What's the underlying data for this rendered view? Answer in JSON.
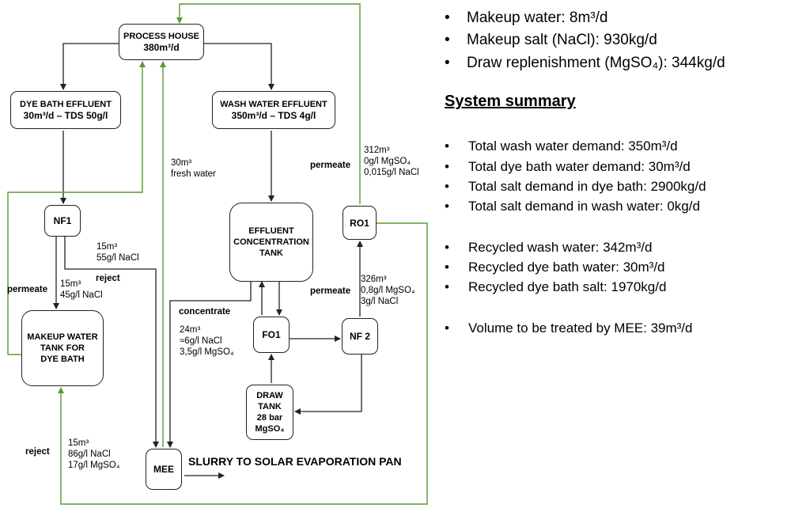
{
  "nodes": {
    "process_house": {
      "line1": "PROCESS  HOUSE",
      "line2": "380m³/d"
    },
    "dye_bath_effluent": {
      "line1": "DYE BATH  EFFLUENT",
      "line2": "30m³/d – TDS 50g/l"
    },
    "wash_water_effluent": {
      "line1": "WASH WATER  EFFLUENT",
      "line2": "350m³/d – TDS 4g/l"
    },
    "nf1": "NF1",
    "makeup_tank": {
      "line1": "MAKEUP  WATER",
      "line2": "TANK  FOR",
      "line3": "DYE BATH"
    },
    "effluent_tank": {
      "line1": "EFFLUENT",
      "line2": "CONCENTRATION",
      "line3": "TANK"
    },
    "ro1": "RO1",
    "fo1": "FO1",
    "nf2": "NF 2",
    "draw_tank": {
      "line1": "DRAW",
      "line2": "TANK",
      "line3": "28 bar",
      "line4": "MgSO₄"
    },
    "mee": "MEE"
  },
  "labels": {
    "fresh_water": {
      "line1": "30m³",
      "line2": "fresh water"
    },
    "ro1_permeate": {
      "title": "permeate",
      "line1": "312m³",
      "line2": "0g/l MgSO₄",
      "line3": "0,015g/l NaCl"
    },
    "nf1_reject": {
      "title": "reject",
      "line1": "15m³",
      "line2": "55g/l NaCl"
    },
    "nf1_permeate": {
      "title": "permeate",
      "line1": "15m³",
      "line2": "45g/l NaCl"
    },
    "nf2_permeate": {
      "title": "permeate",
      "line1": "326m³",
      "line2": "0,8g/l MgSO₄",
      "line3": "3g/l NaCl"
    },
    "concentrate": {
      "title": "concentrate",
      "line1": "24m³",
      "line2": "≈6g/l NaCl",
      "line3": "3,5g/l MgSO₄"
    },
    "mee_reject": {
      "title": "reject",
      "line1": "15m³",
      "line2": "86g/l NaCl",
      "line3": "17g/l MgSO₄"
    },
    "slurry": "SLURRY TO SOLAR EVAPORATION PAN"
  },
  "top_bullets": [
    "Makeup water: 8m³/d",
    "Makeup salt (NaCl): 930kg/d",
    "Draw replenishment (MgSO₄): 344kg/d"
  ],
  "summary_title": "System summary",
  "summary_group1": [
    "Total wash water demand: 350m³/d",
    "Total dye bath water demand: 30m³/d",
    "Total salt demand in dye bath: 2900kg/d",
    "Total salt demand in wash water: 0kg/d"
  ],
  "summary_group2": [
    "Recycled wash water: 342m³/d",
    "Recycled dye bath water: 30m³/d",
    "Recycled dye bath salt: 1970kg/d"
  ],
  "summary_group3": [
    "Volume to be treated by MEE: 39m³/d"
  ],
  "bullet_char": "•",
  "colors": {
    "flow": "#222222",
    "recycle": "#5a9a32"
  }
}
